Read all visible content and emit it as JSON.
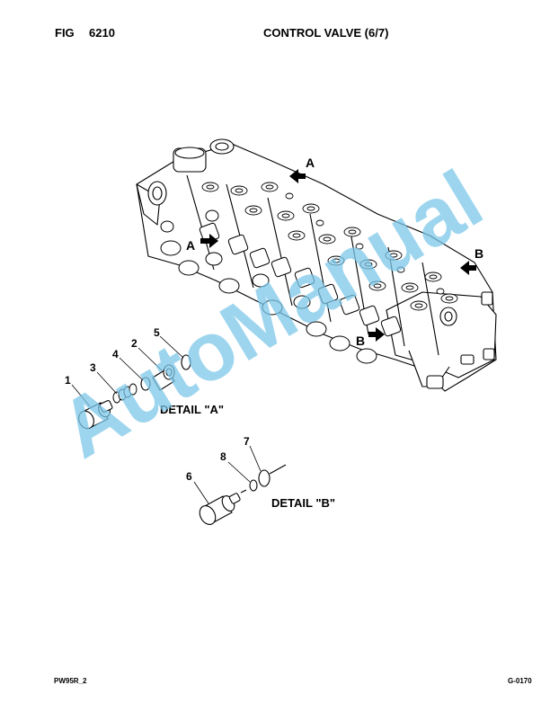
{
  "header": {
    "fig_label": "FIG",
    "fig_number": "6210",
    "title": "CONTROL VALVE (6/7)"
  },
  "footer": {
    "model": "PW95R_2",
    "page_code": "G-0170"
  },
  "view_markers": {
    "a_top": "A",
    "a_left": "A",
    "b_right": "B",
    "b_lower": "B"
  },
  "detail_a": {
    "label": "DETAIL \"A\"",
    "callouts": [
      "1",
      "2",
      "3",
      "4",
      "5"
    ]
  },
  "detail_b": {
    "label": "DETAIL \"B\"",
    "callouts": [
      "6",
      "7",
      "8"
    ]
  },
  "watermark": {
    "text": "AutoManual",
    "color": "#7cc7ea"
  }
}
